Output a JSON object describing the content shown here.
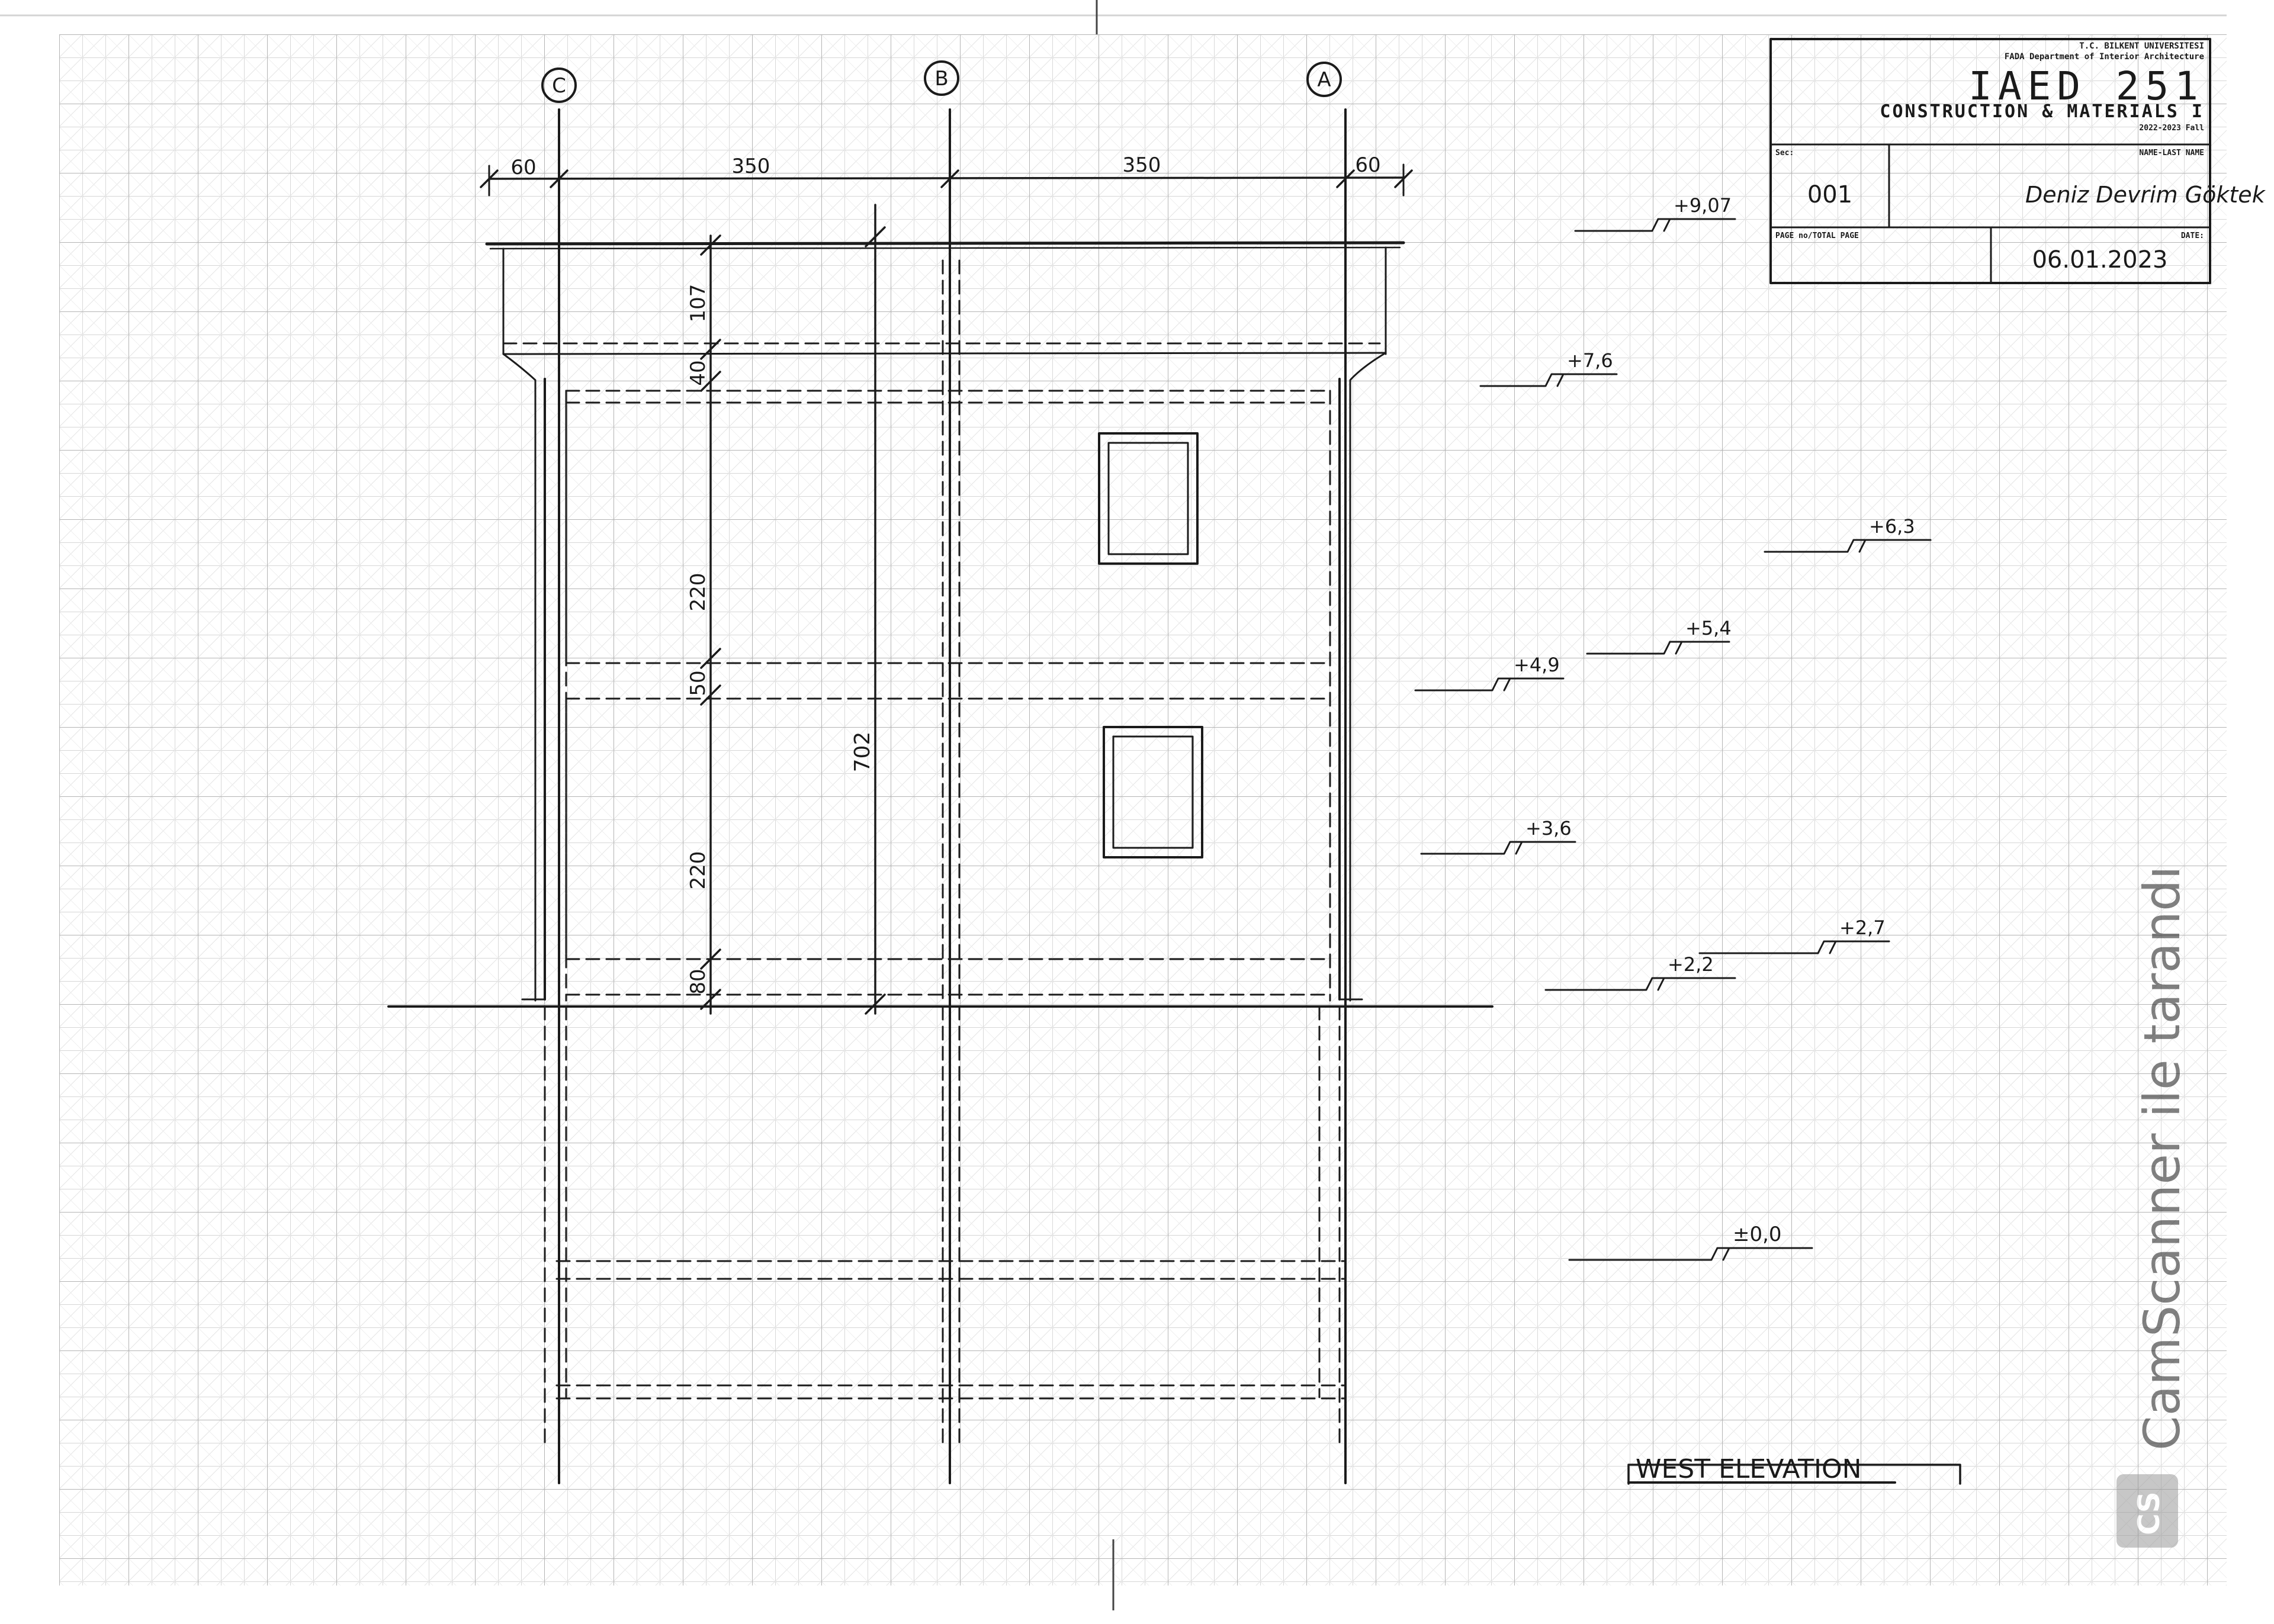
{
  "title_block": {
    "university": "T.C. BILKENT UNIVERSITESI",
    "faculty": "FADA Department of Interior Architecture",
    "course_code": "IAED 251",
    "course_name": "CONSTRUCTION & MATERIALS I",
    "term": "2022-2023 Fall",
    "sec_label": "Sec:",
    "section": "001",
    "name_label": "NAME-LAST NAME",
    "student_name": "Deniz Devrim Göktek",
    "page_label": "PAGE no/TOTAL PAGE",
    "page_value": "",
    "date_label": "DATE:",
    "date": "06.01.2023"
  },
  "drawing": {
    "title": "WEST ELEVATION",
    "axes": [
      "C",
      "B",
      "A"
    ],
    "horizontal_dims": [
      "60",
      "350",
      "350",
      "60"
    ],
    "vertical_dims": [
      "107",
      "40",
      "220",
      "50",
      "220",
      "80"
    ],
    "overall_height": "702",
    "levels": [
      {
        "label": "+9,07",
        "value": 9.07
      },
      {
        "label": "+7,6",
        "value": 7.6
      },
      {
        "label": "+6,3",
        "value": 6.3
      },
      {
        "label": "+5,4",
        "value": 5.4
      },
      {
        "label": "+4,9",
        "value": 4.9
      },
      {
        "label": "+3,6",
        "value": 3.6
      },
      {
        "label": "+2,7",
        "value": 2.7
      },
      {
        "label": "+2,2",
        "value": 2.2
      },
      {
        "label": "±0,0",
        "value": 0.0
      }
    ]
  },
  "watermark": {
    "text": "CamScanner ile tarandı",
    "logo_text": "CS"
  }
}
